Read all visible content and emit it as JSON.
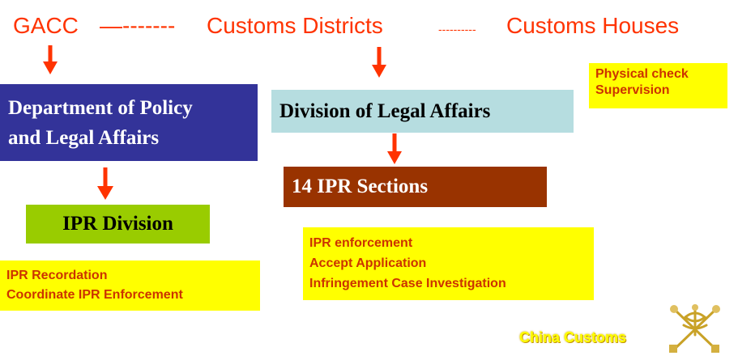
{
  "title": {
    "gacc": "GACC",
    "dashes1": "—-------",
    "districts": "Customs Districts",
    "dashes2": "----------",
    "houses": "Customs Houses"
  },
  "boxes": {
    "department": [
      "Department of Policy",
      "and Legal Affairs"
    ],
    "division_legal": "Division of Legal Affairs",
    "ipr_sections": "14 IPR Sections",
    "ipr_division": "IPR Division"
  },
  "notes": {
    "houses": [
      "Physical check",
      "Supervision"
    ],
    "sections": [
      "IPR enforcement",
      "Accept Application",
      "Infringement Case Investigation"
    ],
    "division": [
      "IPR Recordation",
      "Coordinate IPR Enforcement"
    ]
  },
  "brand": "China Customs",
  "colors": {
    "title": "#ff3300",
    "arrow": "#ff3300",
    "department_bg": "#333399",
    "division_legal_bg": "#b6dde0",
    "ipr_sections_bg": "#993300",
    "ipr_division_bg": "#99cc00",
    "note_bg": "#ffff00",
    "note_text": "#cc3300"
  },
  "icons": [
    "arrow-down-icon",
    "customs-emblem-icon"
  ]
}
